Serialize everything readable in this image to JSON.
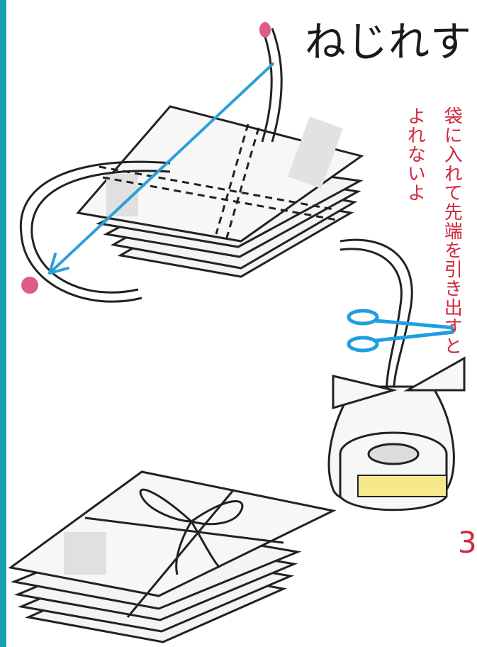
{
  "title": "ねじれす",
  "note": {
    "line1": "袋に入れて先端を引き出すと",
    "line2": "よれないよ"
  },
  "step_number": "3",
  "colors": {
    "accent_bar": "#1aa0b2",
    "arrow": "#2b9fd8",
    "note_text": "#d0283f",
    "label": "#f5e98c",
    "string_tip": "#e05a86"
  },
  "icons": [
    "scissors-icon",
    "arrow-icon"
  ]
}
